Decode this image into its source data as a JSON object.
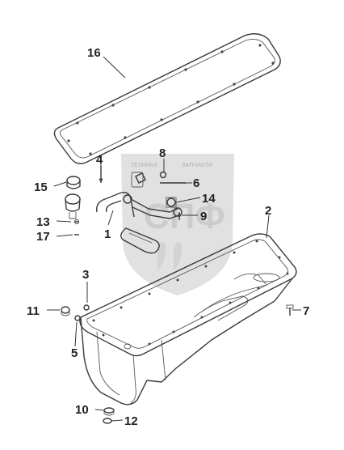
{
  "diagram": {
    "watermark": {
      "logo_lines": [
        "ТЕХНИКА",
        "ЗАПЧАСТИ"
      ],
      "monogram": "СПФ"
    },
    "callouts": [
      {
        "id": "c1",
        "label": "1"
      },
      {
        "id": "c2",
        "label": "2"
      },
      {
        "id": "c3",
        "label": "3"
      },
      {
        "id": "c4",
        "label": "4"
      },
      {
        "id": "c5",
        "label": "5"
      },
      {
        "id": "c6",
        "label": "6"
      },
      {
        "id": "c7",
        "label": "7"
      },
      {
        "id": "c8",
        "label": "8"
      },
      {
        "id": "c9",
        "label": "9"
      },
      {
        "id": "c10",
        "label": "10"
      },
      {
        "id": "c11",
        "label": "11"
      },
      {
        "id": "c12",
        "label": "12"
      },
      {
        "id": "c13",
        "label": "13"
      },
      {
        "id": "c14",
        "label": "14"
      },
      {
        "id": "c15",
        "label": "15"
      },
      {
        "id": "c16",
        "label": "16"
      },
      {
        "id": "c17",
        "label": "17"
      }
    ]
  }
}
